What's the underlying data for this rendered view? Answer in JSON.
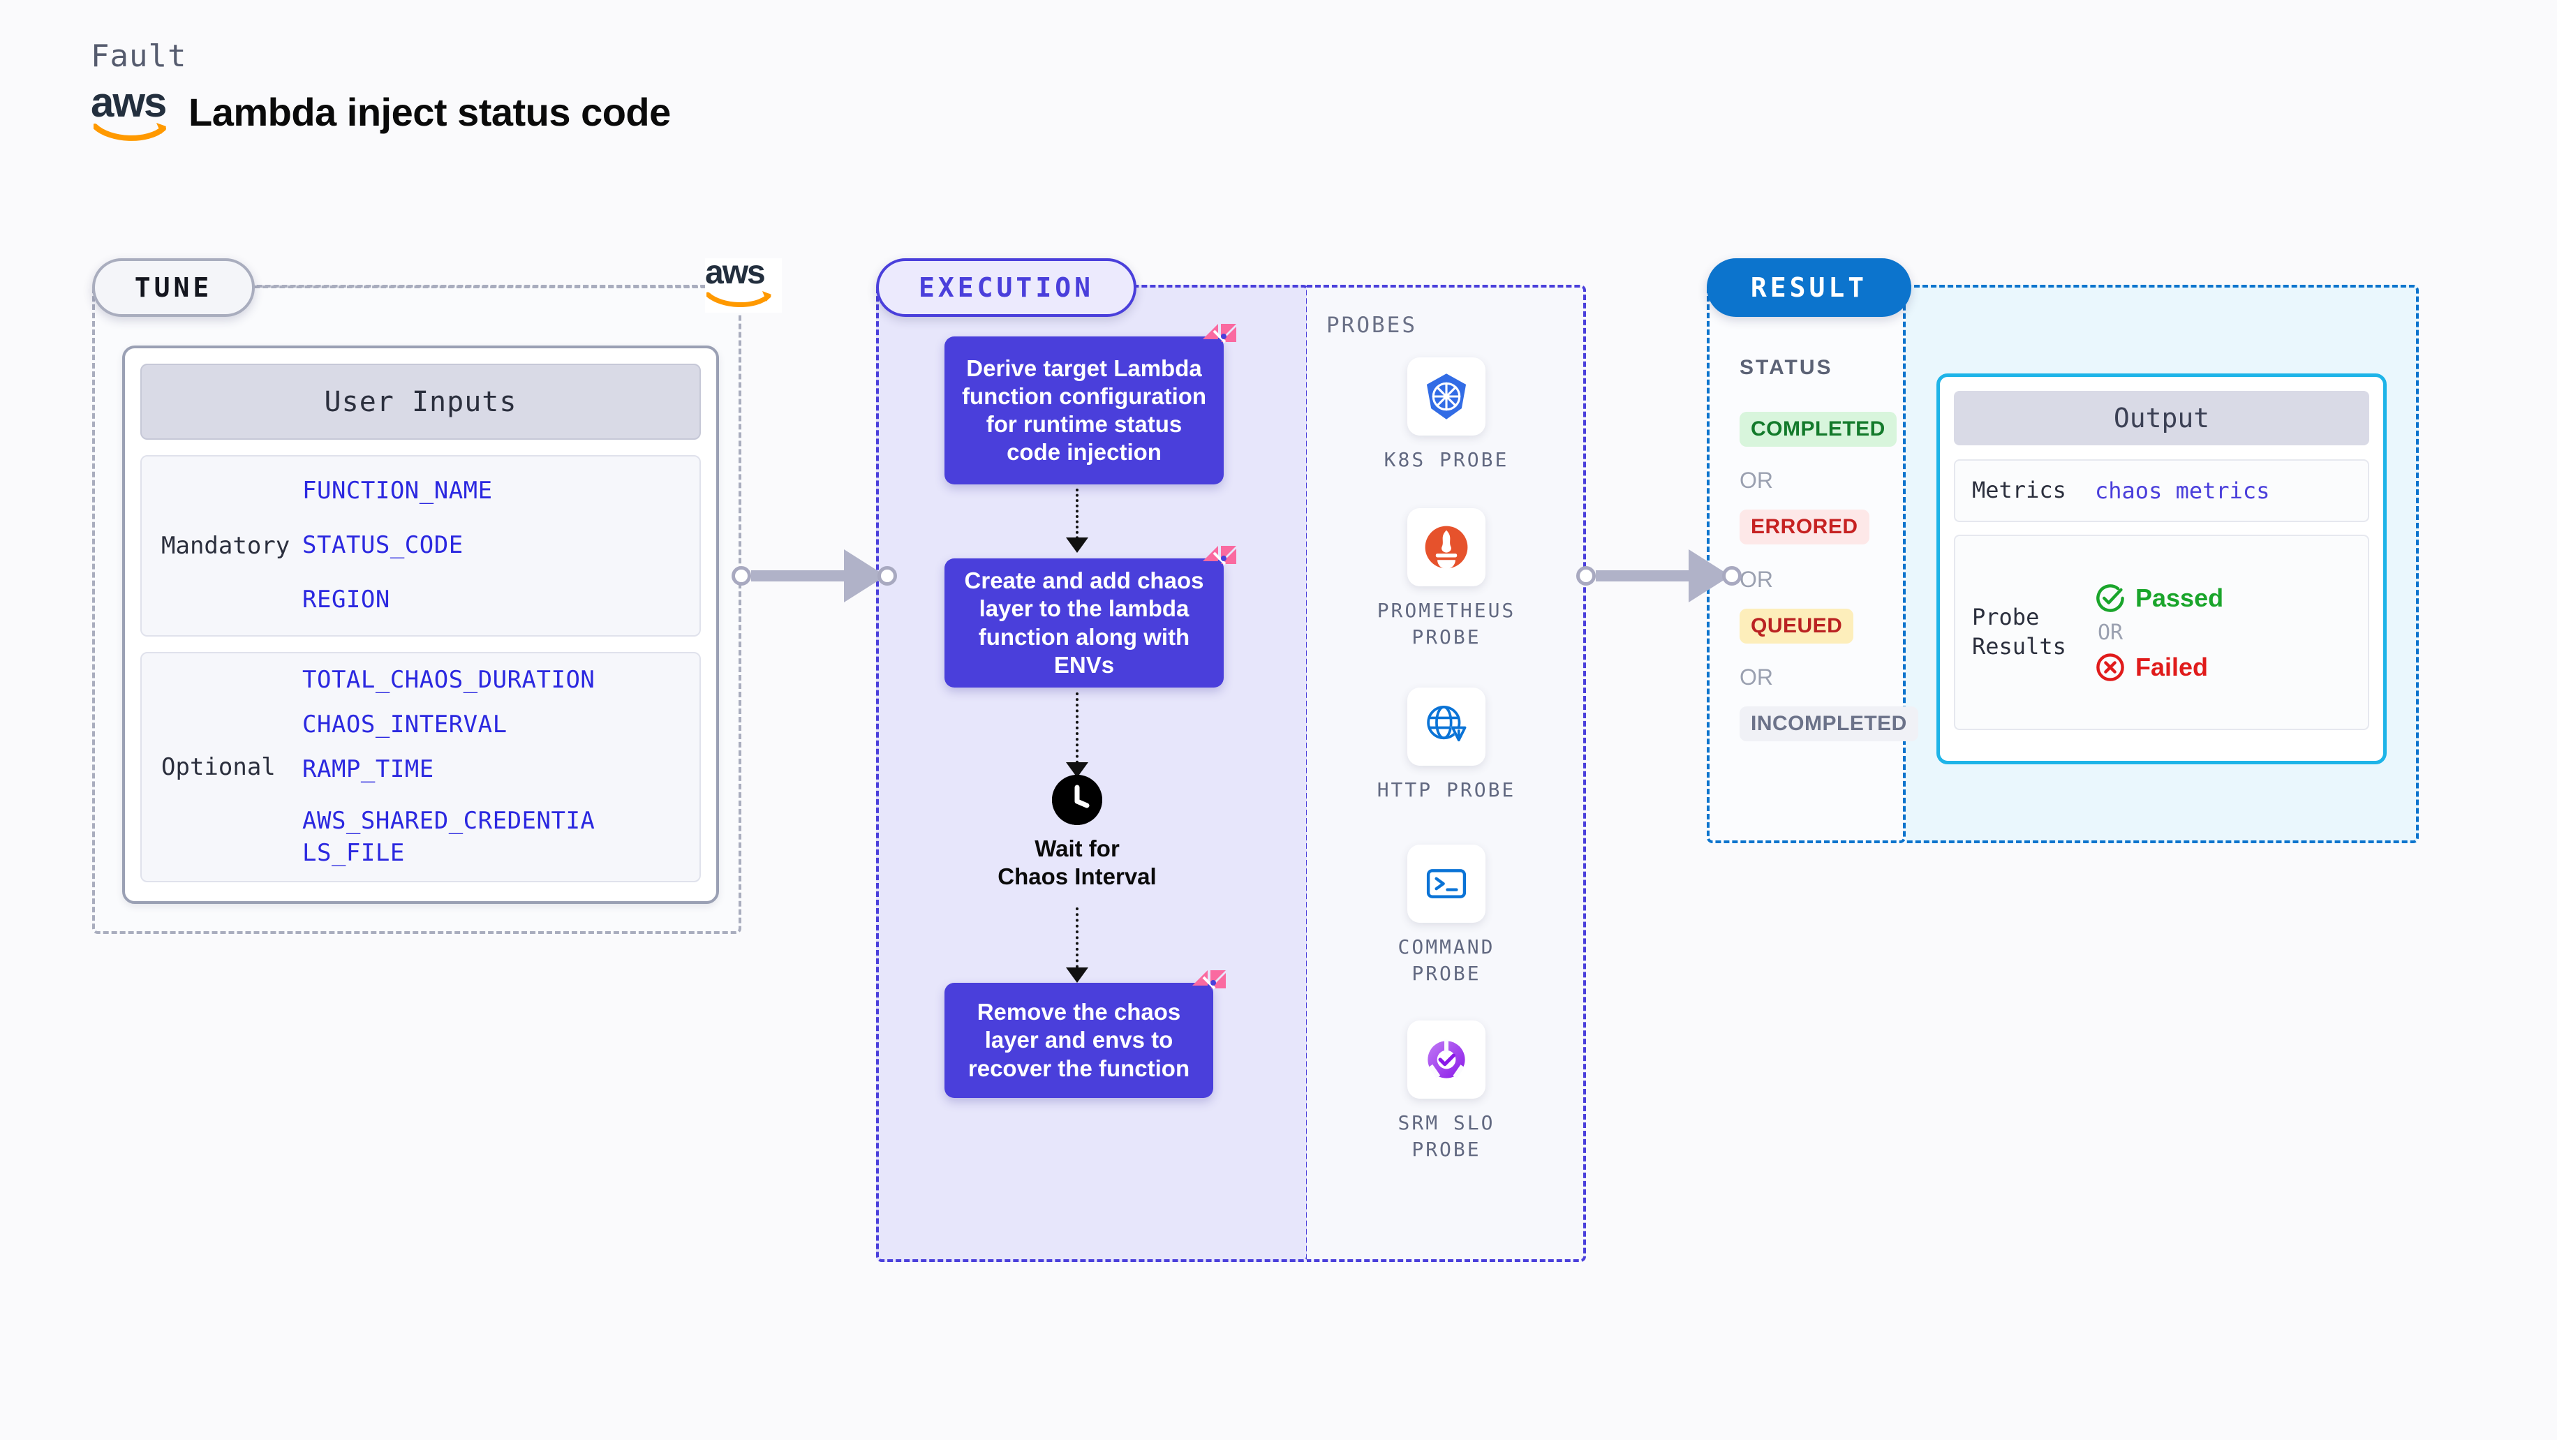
{
  "header": {
    "kicker": "Fault",
    "title": "Lambda inject status code",
    "logo_name": "aws-logo"
  },
  "tune": {
    "pill_label": "TUNE",
    "card_header": "User Inputs",
    "groups": [
      {
        "label": "Mandatory",
        "vars": [
          "FUNCTION_NAME",
          "STATUS_CODE",
          "REGION"
        ]
      },
      {
        "label": "Optional",
        "vars": [
          "TOTAL_CHAOS_DURATION",
          "CHAOS_INTERVAL",
          "RAMP_TIME",
          "AWS_SHARED_CREDENTIALS_FILE"
        ]
      }
    ]
  },
  "execution": {
    "pill_label": "EXECUTION",
    "steps": [
      "Derive target Lambda function configuration for runtime status code injection",
      "Create and add chaos layer to the lambda function along with ENVs",
      "Remove the chaos layer and envs to recover the function"
    ],
    "wait_node": {
      "icon": "clock-icon",
      "label": "Wait for Chaos Interval"
    }
  },
  "probes": {
    "title": "PROBES",
    "items": [
      {
        "label": "K8S PROBE",
        "icon": "kubernetes-icon"
      },
      {
        "label": "PROMETHEUS PROBE",
        "icon": "prometheus-icon"
      },
      {
        "label": "HTTP PROBE",
        "icon": "http-globe-icon"
      },
      {
        "label": "COMMAND PROBE",
        "icon": "terminal-icon"
      },
      {
        "label": "SRM SLO PROBE",
        "icon": "srm-slo-icon"
      }
    ]
  },
  "result": {
    "pill_label": "RESULT",
    "status_title": "STATUS",
    "or_label": "OR",
    "statuses": [
      {
        "label": "COMPLETED",
        "color": "#137a2b",
        "bg": "#d8f5dc"
      },
      {
        "label": "ERRORED",
        "color": "#c62222",
        "bg": "#fde8e8"
      },
      {
        "label": "QUEUED",
        "color": "#ba2222",
        "bg": "#fdeebb"
      },
      {
        "label": "INCOMPLETED",
        "color": "#6b7289",
        "bg": "#f0f1f6"
      }
    ],
    "output": {
      "header": "Output",
      "metrics_key": "Metrics",
      "metrics_value": "chaos metrics",
      "probe_key": "Probe Results",
      "passed_label": "Passed",
      "failed_label": "Failed",
      "or_label": "OR"
    }
  },
  "colors": {
    "tune_accent": "#a9adbe",
    "execution_accent": "#4a3fdb",
    "result_accent": "#0c74cd",
    "output_accent": "#1eb4e8",
    "var_blue": "#2b28e0",
    "flag_pink": "#fa6aa0"
  }
}
